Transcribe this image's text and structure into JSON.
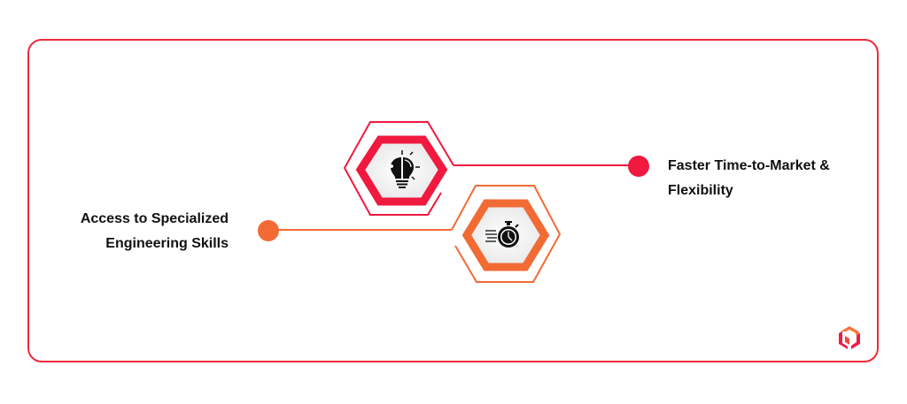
{
  "diagram": {
    "items": [
      {
        "id": "faster-time-to-market",
        "label": "Faster Time-to-Market & Flexibility",
        "label_line1": "Faster Time-to-Market &",
        "label_line2": "Flexibility",
        "icon": "lightbulb-brain-icon",
        "color": "#f0193f",
        "side": "right"
      },
      {
        "id": "specialized-skills",
        "label": "Access to Specialized Engineering Skills",
        "label_line1": "Access to Specialized",
        "label_line2": "Engineering Skills",
        "icon": "stopwatch-speed-icon",
        "color": "#f26b35",
        "side": "left"
      }
    ],
    "frame_color": "#ee2a3a",
    "logo": "cube-logo-icon"
  }
}
